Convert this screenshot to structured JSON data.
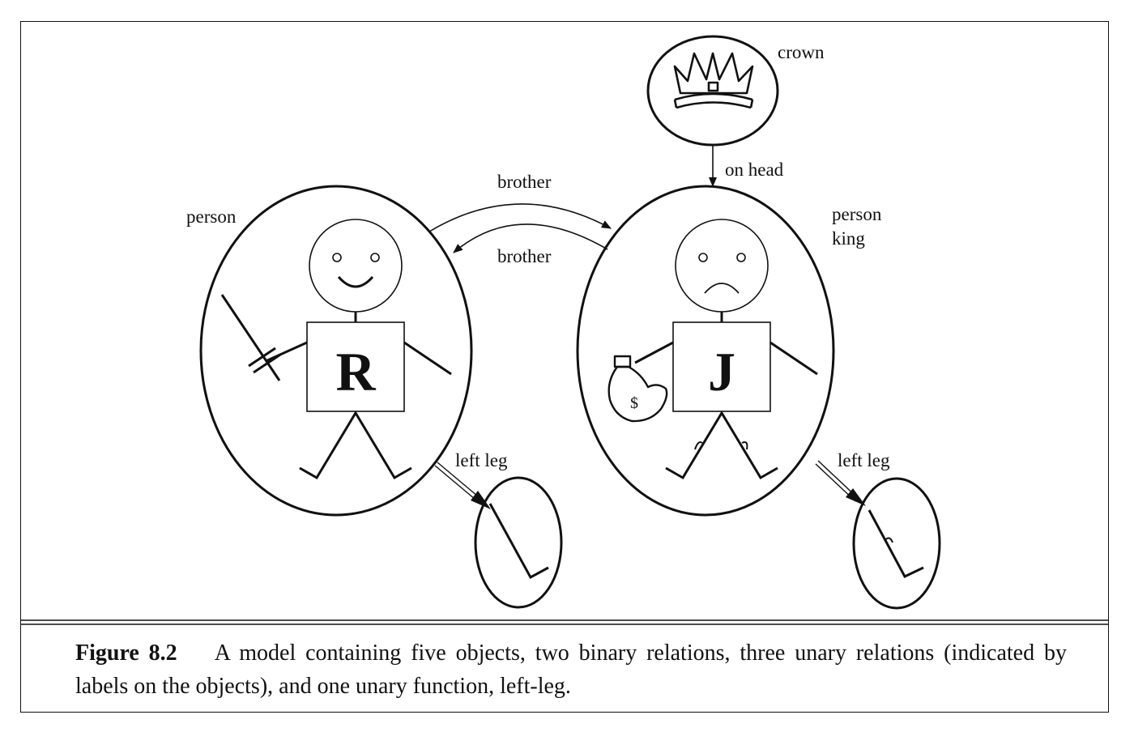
{
  "figure": {
    "labels": {
      "crown": "crown",
      "on_head": "on head",
      "brother_top": "brother",
      "brother_bottom": "brother",
      "person_r": "person",
      "person_j": "person",
      "king_j": "king",
      "left_leg_r": "left leg",
      "left_leg_j": "left leg",
      "letter_r": "R",
      "letter_j": "J",
      "dollar": "$"
    },
    "icons": [
      "crown-icon",
      "smiling-face-icon",
      "frowning-face-icon",
      "sword-icon",
      "money-bag-icon",
      "leg-icon"
    ],
    "colors": {
      "ink": "#111111",
      "background": "#ffffff"
    }
  },
  "caption": {
    "label": "Figure 8.2",
    "text": "A model containing five objects, two binary relations, three unary relations (indicated by labels on the objects), and one unary function, left-leg."
  }
}
